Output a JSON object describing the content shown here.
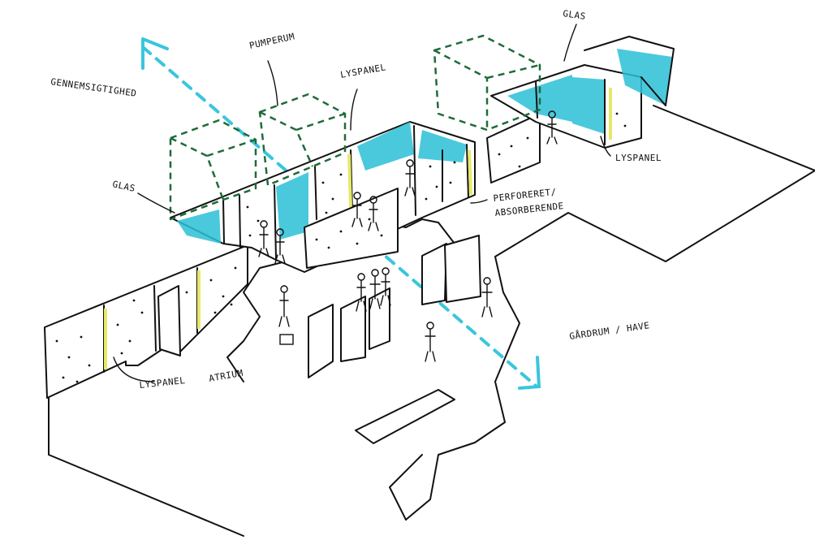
{
  "labels": {
    "gennemsigtighed": "GENNEMSIGTIGHED",
    "pumperum": "PUMPERUM",
    "lyspanel_top": "LYSPANEL",
    "glas_top": "GLAS",
    "glas_left": "GLAS",
    "lyspanel_right": "LYSPANEL",
    "perforeret": "PERFORERET/",
    "absorberende": "ABSORBERENDE",
    "gardrum": "GÅRDRUM / HAVE",
    "lyspanel_bottom": "LYSPANEL",
    "atrium": "ATRIUM"
  },
  "colors": {
    "glass": "#2bc0d6",
    "arrow": "#39c6dc",
    "pump_room": "#1f6b3a",
    "light_panel": "#e6e86a",
    "ink": "#111111"
  }
}
